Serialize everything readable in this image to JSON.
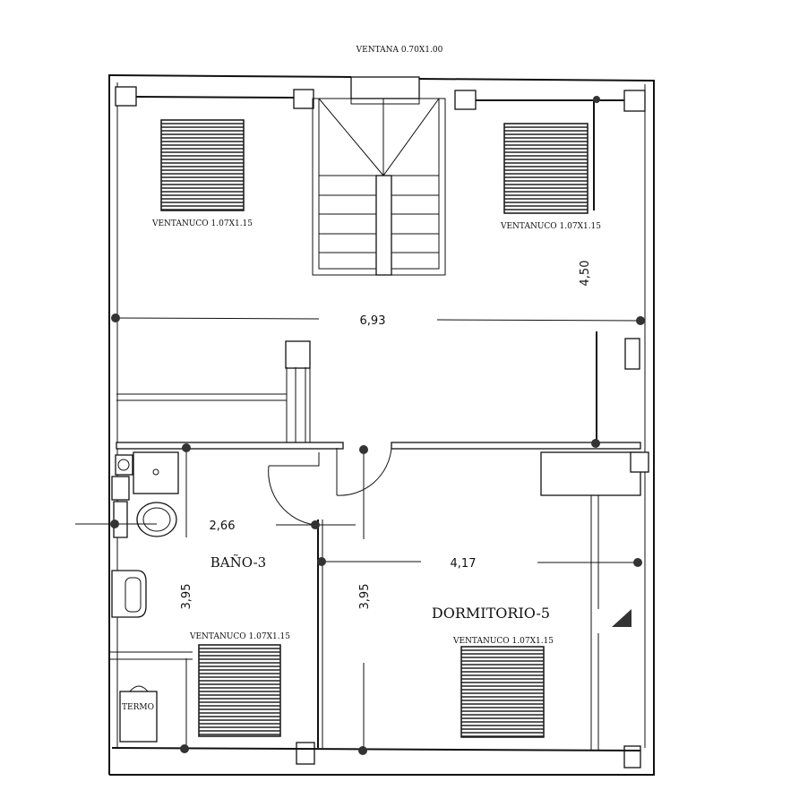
{
  "labels": {
    "top_window": "VENTANA 0.70X1.00",
    "skylight_1": "VENTANUCO 1.07X1.15",
    "skylight_2": "VENTANUCO 1.07X1.15",
    "skylight_3": "VENTANUCO 1.07X1.15",
    "skylight_4": "VENTANUCO 1.07X1.15",
    "bathroom": "BAÑO-3",
    "bedroom": "DORMITORIO-5",
    "water_heater": "TERMO"
  },
  "dimensions": {
    "width_total": "6,93",
    "height_upper": "4,50",
    "bath_width": "2,66",
    "bath_height": "3,95",
    "bedroom_width": "4,17",
    "bedroom_height": "3,95"
  }
}
